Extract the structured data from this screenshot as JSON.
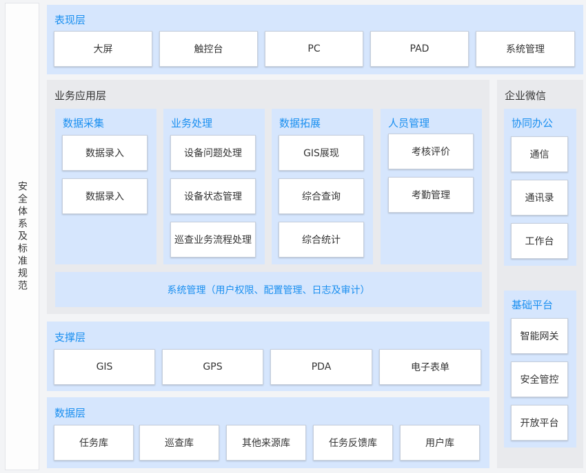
{
  "side_label": "安全体系及标准规范",
  "presentation": {
    "title": "表现层",
    "items": [
      "大屏",
      "触控台",
      "PC",
      "PAD",
      "系统管理"
    ]
  },
  "business": {
    "title": "业务应用层",
    "columns": [
      {
        "title": "数据采集",
        "items": [
          "数据录入",
          "数据录入"
        ]
      },
      {
        "title": "业务处理",
        "items": [
          "设备问题处理",
          "设备状态管理",
          "巡查业务流程处理"
        ]
      },
      {
        "title": "数据拓展",
        "items": [
          "GIS展现",
          "综合查询",
          "综合统计"
        ]
      },
      {
        "title": "人员管理",
        "items": [
          "考核评价",
          "考勤管理"
        ]
      }
    ],
    "bottom_bar": "系统管理（用户权限、配置管理、日志及审计）"
  },
  "support": {
    "title": "支撑层",
    "items": [
      "GIS",
      "GPS",
      "PDA",
      "电子表单"
    ]
  },
  "data_layer": {
    "title": "数据层",
    "items": [
      "任务库",
      "巡查库",
      "其他来源库",
      "任务反馈库",
      "用户库"
    ]
  },
  "enterprise": {
    "title": "企业微信",
    "office": {
      "title": "协同办公",
      "items": [
        "通信",
        "通讯录",
        "工作台"
      ]
    },
    "platform": {
      "title": "基础平台",
      "items": [
        "智能网关",
        "安全管控",
        "开放平台"
      ]
    }
  }
}
